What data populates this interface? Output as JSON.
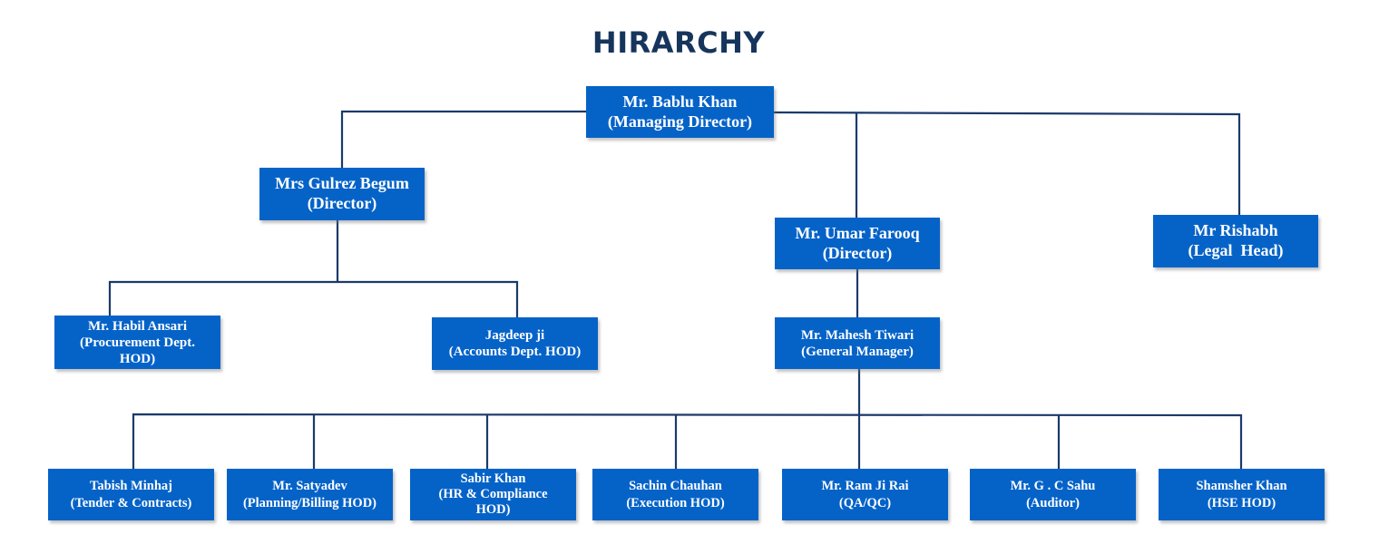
{
  "title": "HIRARCHY",
  "colors": {
    "box": "#0563c8",
    "connector": "#1b3a6b",
    "title": "#16355c"
  },
  "nodes": {
    "md": {
      "name": "Mr. Bablu Khan",
      "role": "(Managing Director)"
    },
    "gulrez": {
      "name": "Mrs Gulrez Begum",
      "role": "(Director)"
    },
    "umar": {
      "name": "Mr. Umar Farooq",
      "role": "(Director)"
    },
    "rishabh": {
      "name": "Mr Rishabh",
      "role": "(Legal  Head)"
    },
    "habil": {
      "name": "Mr. Habil Ansari",
      "role": "(Procurement Dept. HOD)"
    },
    "jagdeep": {
      "name": "Jagdeep ji",
      "role": "(Accounts Dept. HOD)"
    },
    "mahesh": {
      "name": "Mr. Mahesh Tiwari",
      "role": "(General Manager)"
    },
    "tabish": {
      "name": "Tabish Minhaj",
      "role": "(Tender & Contracts)"
    },
    "satyadev": {
      "name": "Mr. Satyadev",
      "role": "(Planning/Billing HOD)"
    },
    "sabir": {
      "name": "Sabir Khan",
      "role": "(HR & Compliance HOD)"
    },
    "sachin": {
      "name": "Sachin Chauhan",
      "role": "(Execution HOD)"
    },
    "ramji": {
      "name": "Mr. Ram Ji Rai",
      "role": "(QA/QC)"
    },
    "sahu": {
      "name": "Mr. G . C Sahu",
      "role": "(Auditor)"
    },
    "shamsher": {
      "name": "Shamsher Khan",
      "role": "(HSE HOD)"
    }
  },
  "reports_to": {
    "gulrez": "md",
    "umar": "md",
    "rishabh": "md",
    "habil": "gulrez",
    "jagdeep": "gulrez",
    "mahesh": "umar",
    "tabish": "mahesh",
    "satyadev": "mahesh",
    "sabir": "mahesh",
    "sachin": "mahesh",
    "ramji": "mahesh",
    "sahu": "mahesh",
    "shamsher": "mahesh"
  }
}
